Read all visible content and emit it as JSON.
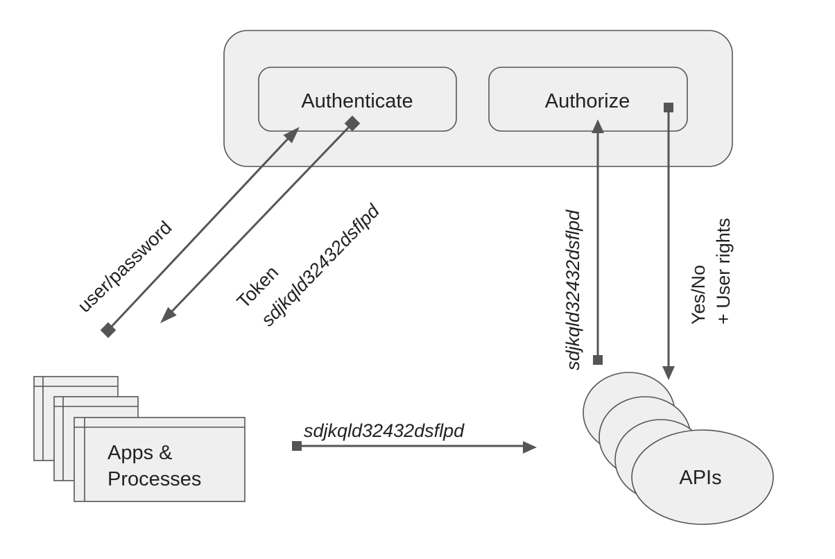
{
  "nodes": {
    "authenticate": "Authenticate",
    "authorize": "Authorize",
    "apps": [
      "Apps &",
      "Processes"
    ],
    "apis": "APIs"
  },
  "edges": {
    "credentials": "user/password",
    "token_return": [
      "Token",
      "sdjkqld32432dsflpd"
    ],
    "token_check": "sdjkqld32432dsflpd",
    "authorization_reply": [
      "Yes/No",
      "+ User rights"
    ],
    "api_call": "sdjkqld32432dsflpd"
  }
}
